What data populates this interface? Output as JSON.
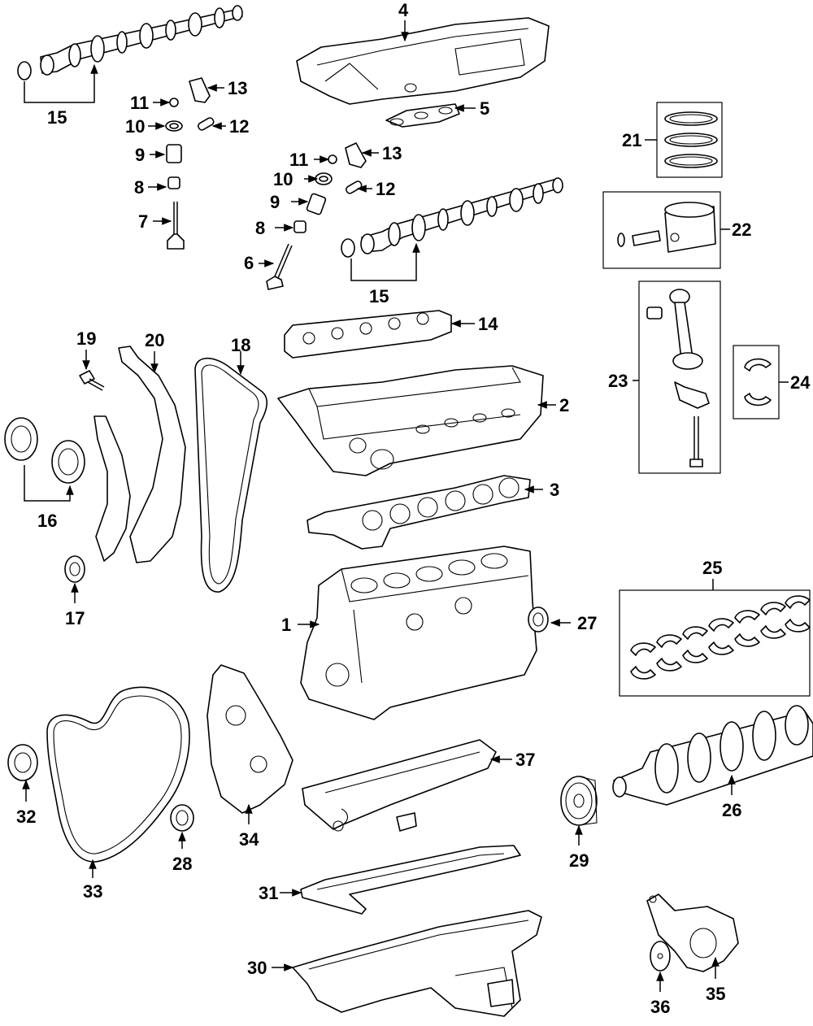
{
  "diagram": {
    "callouts": [
      "1",
      "2",
      "3",
      "4",
      "5",
      "6",
      "7",
      "8",
      "9",
      "10",
      "11",
      "12",
      "13",
      "14",
      "15",
      "16",
      "17",
      "18",
      "19",
      "20",
      "21",
      "22",
      "23",
      "24",
      "25",
      "26",
      "27",
      "28",
      "29",
      "30",
      "31",
      "32",
      "33",
      "34",
      "35",
      "36",
      "37"
    ],
    "callouts_repeat": [
      "8",
      "9",
      "10",
      "11",
      "12",
      "13",
      "15"
    ]
  }
}
